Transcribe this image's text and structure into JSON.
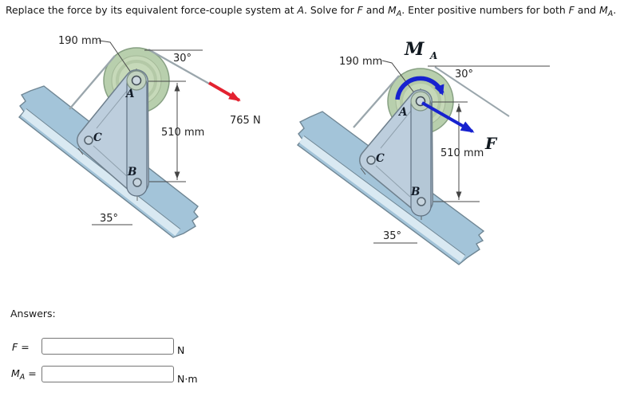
{
  "page": {
    "title_parts": {
      "t1": "Replace the force by its equivalent force-couple system at ",
      "var1": "A",
      "t2": ". Solve for ",
      "var2": "F",
      "t3": " and ",
      "var3": "M",
      "sub3": "A",
      "t4": ". Enter positive numbers for both ",
      "var4": "F",
      "t5": " and ",
      "var5": "M",
      "sub5": "A",
      "t6": "."
    }
  },
  "diagram_left": {
    "radius_label": "190 mm",
    "cable_angle": "30°",
    "length_label": "510 mm",
    "force_label": "765 N",
    "incline_angle": "35°",
    "point_a": "A",
    "point_b": "B",
    "point_c": "C"
  },
  "diagram_right": {
    "moment_symbol": "M",
    "moment_subscript": "A",
    "radius_label": "190 mm",
    "cable_angle": "30°",
    "force_symbol": "F",
    "length_label": "510 mm",
    "incline_angle": "35°",
    "point_a": "A",
    "point_b": "B",
    "point_c": "C"
  },
  "answers": {
    "heading": "Answers:",
    "f_symbol": "F",
    "f_equals": "=",
    "f_value": "",
    "f_unit": "N",
    "ma_symbol": "M",
    "ma_subscript": "A",
    "ma_equals": "=",
    "ma_value": "",
    "ma_unit": "N·m"
  },
  "colors": {
    "force_red": "#e32230",
    "vector_blue": "#1722cf",
    "beam_blue": "#a3c4d9",
    "beam_stripe": "#d9e9f2",
    "bracket_blue": "#bdcedd",
    "pulley_green": "#b8cfad"
  }
}
